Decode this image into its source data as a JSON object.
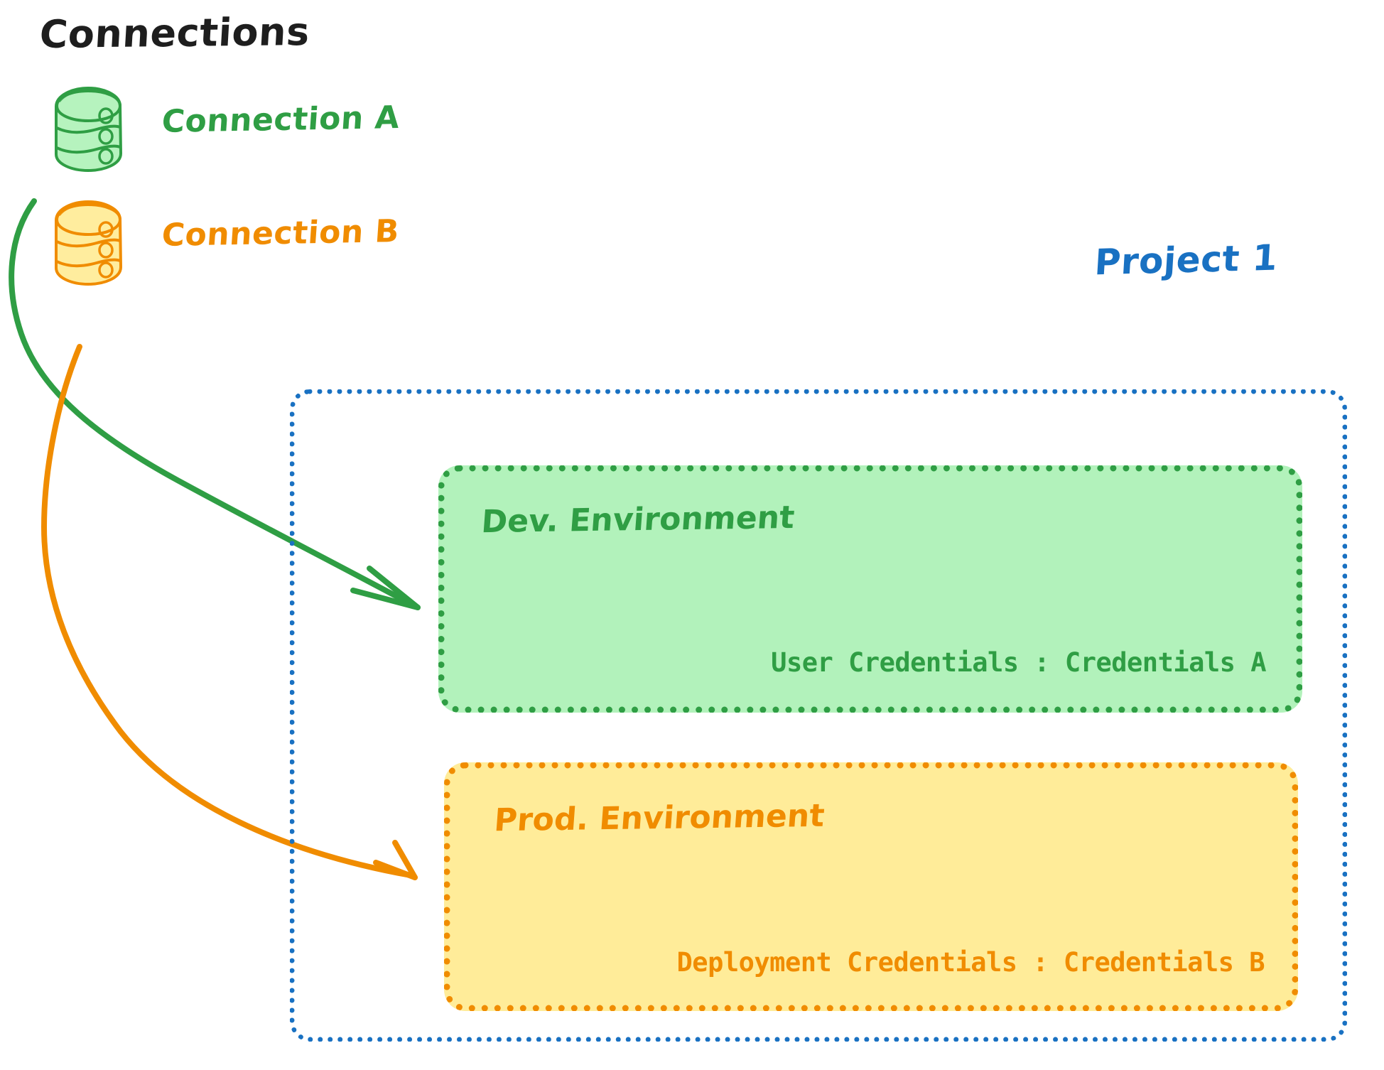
{
  "diagram": {
    "title": "Connections",
    "style": "hand-drawn excalidraw",
    "background": "#ffffff"
  },
  "connections": {
    "heading": "Connections",
    "items": [
      {
        "label": "Connection A",
        "color": "#2f9e44",
        "fill": "#b2f2bb",
        "icon": "database-icon"
      },
      {
        "label": "Connection B",
        "color": "#f08c00",
        "fill": "#ffec99",
        "icon": "database-icon"
      }
    ]
  },
  "project": {
    "label": "Project 1",
    "border_color": "#1971c2",
    "environments": [
      {
        "title": "Dev. Environment",
        "credentials": "User Credentials : Credentials A",
        "color": "#2f9e44",
        "fill": "#b2f2bb"
      },
      {
        "title": "Prod. Environment",
        "credentials": "Deployment Credentials : Credentials B",
        "color": "#f08c00",
        "fill": "#ffec99"
      }
    ]
  },
  "arrows": [
    {
      "name": "arrow-connection-a-to-dev",
      "from": "Connection A",
      "to": "Dev. Environment",
      "color": "#2f9e44"
    },
    {
      "name": "arrow-connection-b-to-prod",
      "from": "Connection B",
      "to": "Prod. Environment",
      "color": "#f08c00"
    }
  ],
  "colors": {
    "green_stroke": "#2f9e44",
    "green_fill": "#b2f2bb",
    "orange_stroke": "#f08c00",
    "orange_fill": "#ffec99",
    "blue_stroke": "#1971c2",
    "black_text": "#1e1e1e"
  }
}
